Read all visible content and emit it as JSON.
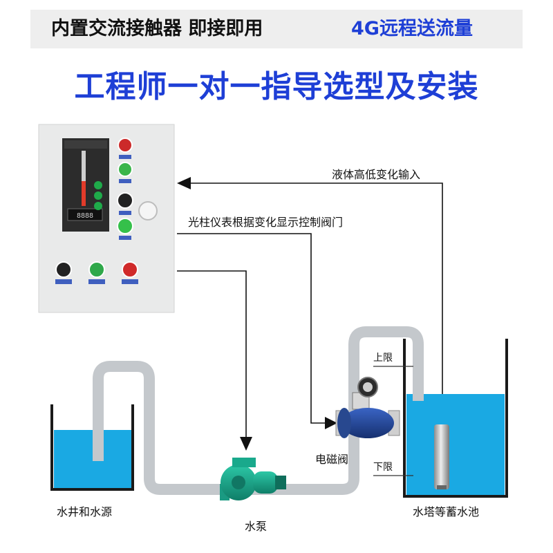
{
  "banner": {
    "left_text": "内置交流接触器 即接即用",
    "right_text": "4G远程送流量"
  },
  "headline": "工程师一对一指导选型及安装",
  "labels": {
    "liquid_input": "液体高低变化输入",
    "bar_meter_control": "光柱仪表根据变化显示控制阀门",
    "upper_limit": "上限",
    "lower_limit": "下限",
    "solenoid_valve": "电磁阀",
    "well_source": "水井和水源",
    "pump": "水泵",
    "water_tower": "水塔等蓄水池"
  },
  "colors": {
    "headline_blue": "#1e3fd6",
    "water": "#1aa9e3",
    "pipe": "#c4c8cc",
    "panel": "#e9eaea",
    "pump_green": "#19a98c",
    "valve_blue": "#1f3f9a"
  },
  "icons": [
    "arrow-left-icon",
    "arrow-down-icon",
    "arrow-right-icon",
    "level-sensor-probe-icon",
    "pump-icon",
    "solenoid-valve-icon",
    "control-panel-icon"
  ]
}
